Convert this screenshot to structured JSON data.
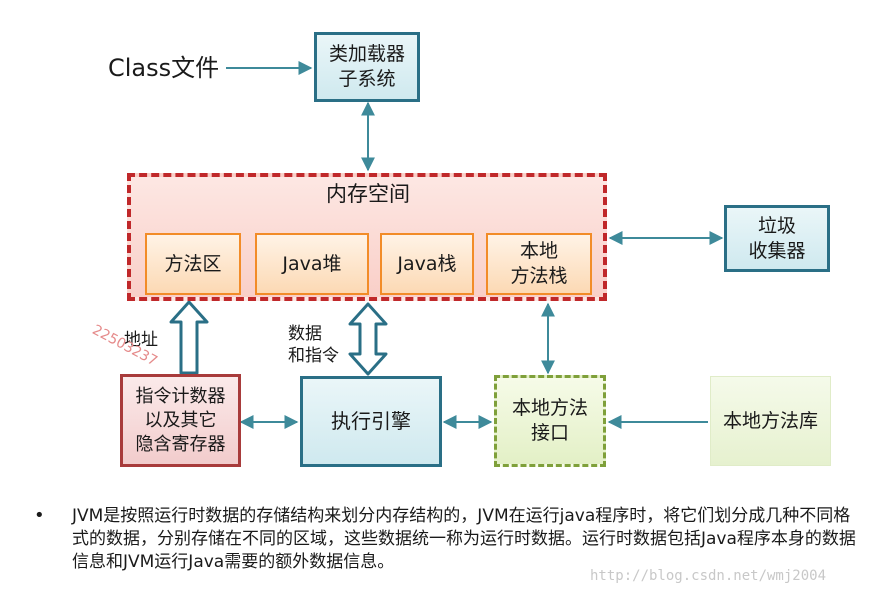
{
  "diagram": {
    "class_file": "Class文件",
    "class_loader": "类加载器\n子系统",
    "memory_space": "内存空间",
    "method_area": "方法区",
    "java_heap": "Java堆",
    "java_stack": "Java栈",
    "native_method_stack": "本地\n方法栈",
    "garbage_collector": "垃圾\n收集器",
    "address_label": "地址",
    "data_instructions_label": "数据\n和指令",
    "program_counter": "指令计数器\n以及其它\n隐含寄存器",
    "execution_engine": "执行引擎",
    "native_interface": "本地方法\n接口",
    "native_library": "本地方法库",
    "stamp_number": "22503237"
  },
  "notes": {
    "bullet": "•",
    "text": "JVM是按照运行时数据的存储结构来划分内存结构的，JVM在运行java程序时，将它们划分成几种不同格式的数据，分别存储在不同的区域，这些数据统一称为运行时数据。运行时数据包括Java程序本身的数据信息和JVM运行Java需要的额外数据信息。"
  },
  "watermark": "http://blog.csdn.net/wmj2004",
  "colors": {
    "teal": "#2a6f86",
    "arrow": "#3e8a9a",
    "memory_border": "#c0282a",
    "orange": "#f28c28"
  }
}
